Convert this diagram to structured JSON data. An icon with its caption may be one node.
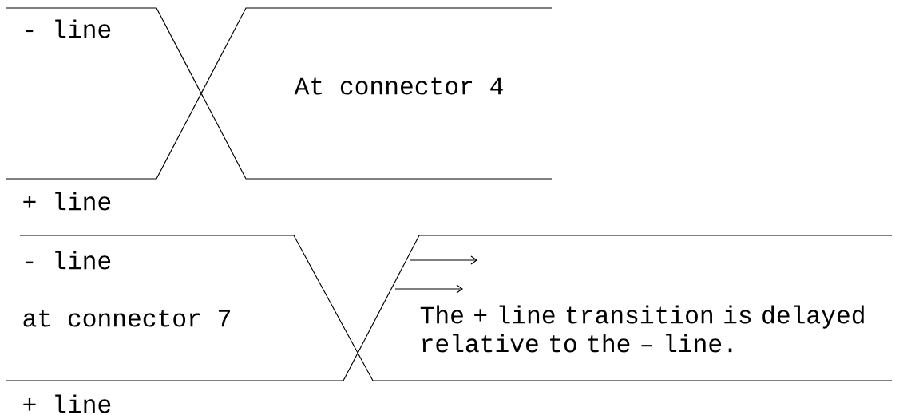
{
  "diagram": {
    "labels": [
      "- line",
      "At connector 4",
      "+ line",
      "- line",
      "at connector 7",
      "The + line transition is delayed relative to the – line.",
      "+ line"
    ]
  }
}
